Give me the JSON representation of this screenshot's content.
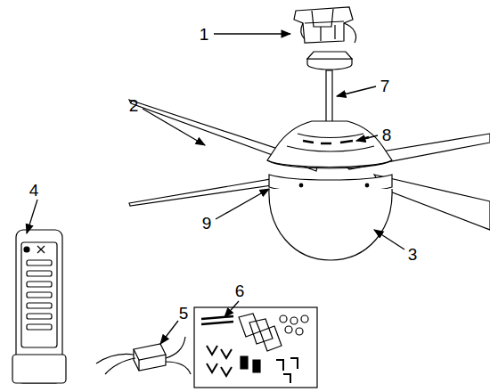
{
  "diagram": {
    "labels": [
      "1",
      "7",
      "2",
      "8",
      "4",
      "9",
      "3",
      "5",
      "6"
    ]
  }
}
